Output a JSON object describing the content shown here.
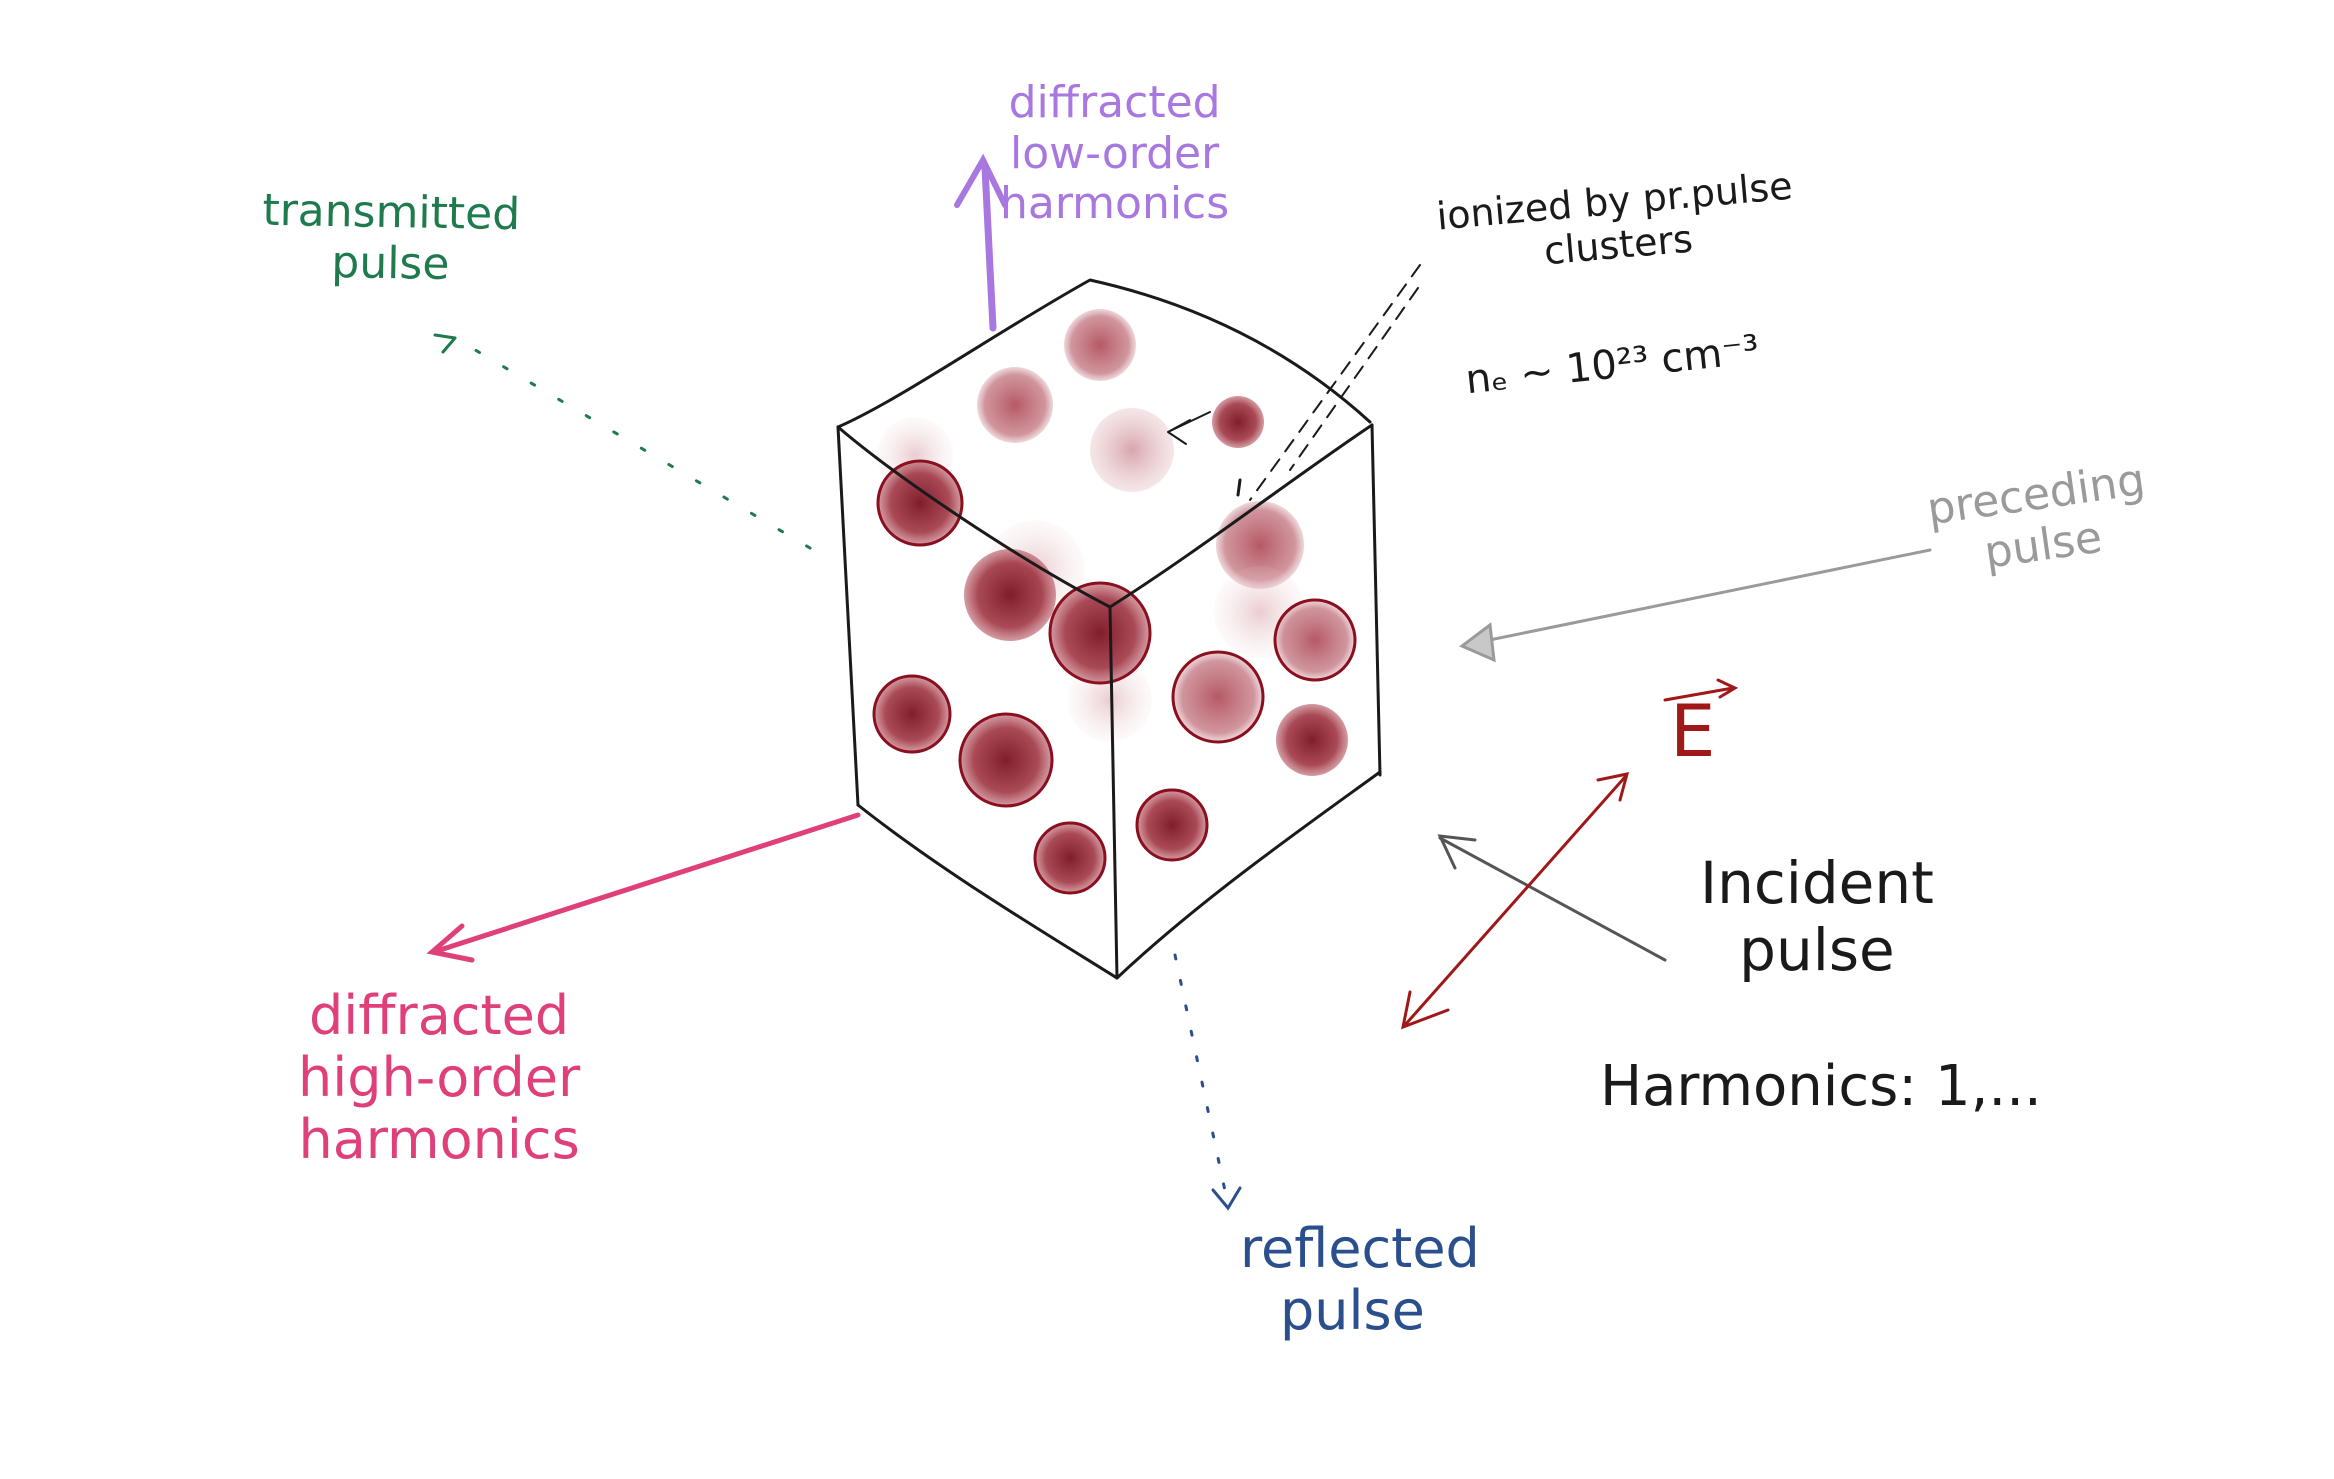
{
  "labels": {
    "transmitted": [
      "transmitted",
      "pulse"
    ],
    "diffracted_low": [
      "diffracted",
      "low-order",
      "harmonics"
    ],
    "ionized": [
      "ionized by pr.pulse",
      "clusters"
    ],
    "density": "nₑ ~ 10²³ cm⁻³",
    "preceding": [
      "preceding",
      "pulse"
    ],
    "field": "E",
    "incident": [
      "Incident",
      "pulse"
    ],
    "harmonics": "Harmonics: 1,...",
    "diffracted_high": [
      "diffracted",
      "high-order",
      "harmonics"
    ],
    "reflected": [
      "reflected",
      "pulse"
    ]
  },
  "colors": {
    "transmitted": "#1f7a4d",
    "diffracted_low": "#a877e0",
    "diffracted_high": "#e0407a",
    "reflected": "#2a4f8c",
    "preceding": "#9a9a9a",
    "field": "#a01818",
    "ink": "#1a1a1a",
    "cluster_dark": "#8e1c2a",
    "cluster_light": "#c27a84"
  }
}
